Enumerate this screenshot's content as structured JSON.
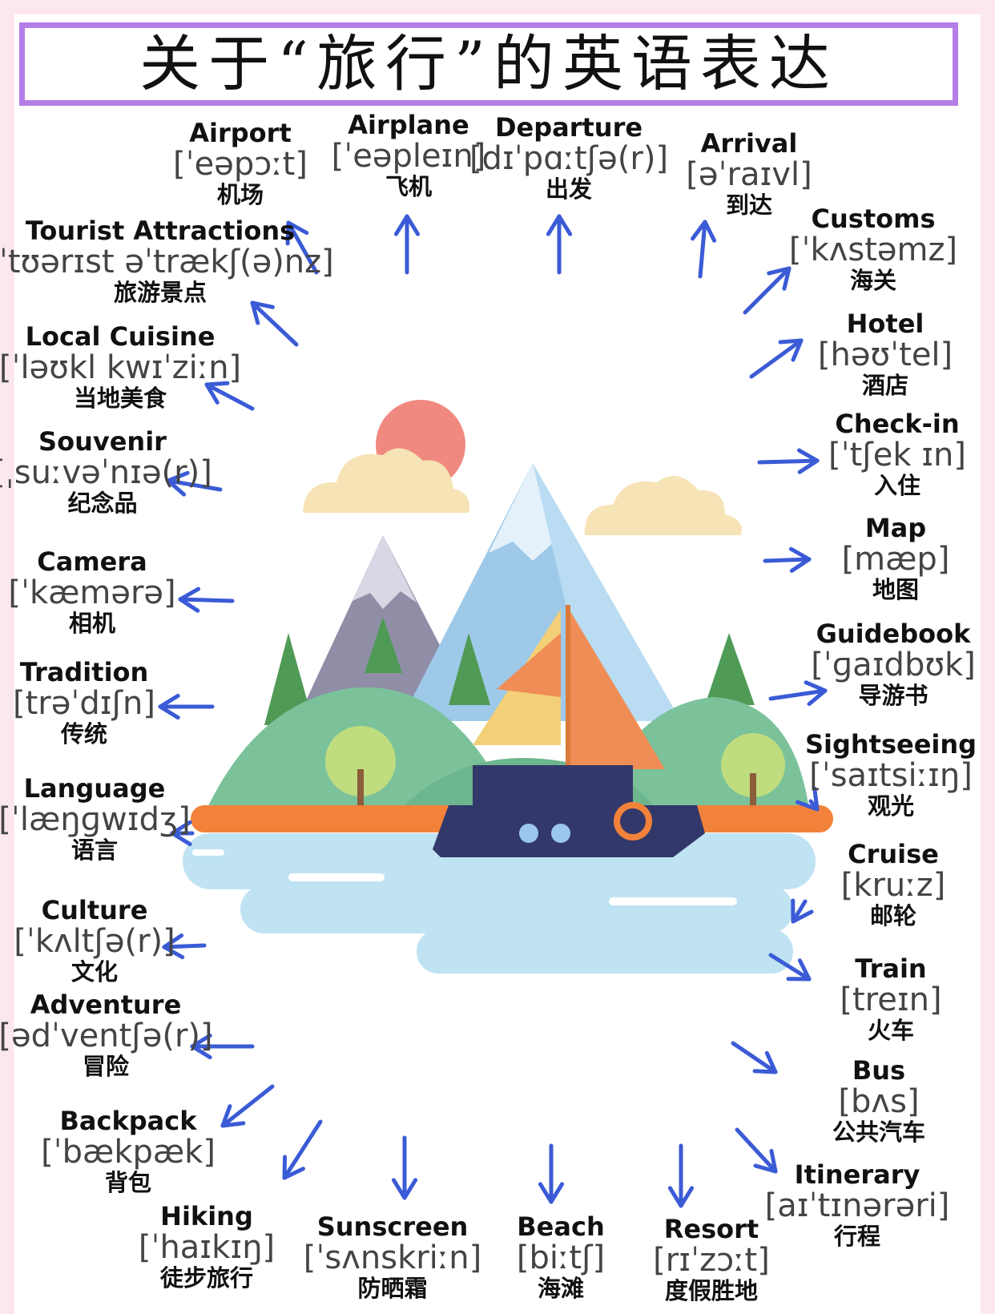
{
  "title": "关于“旅行”的英语表达",
  "colors": {
    "background": "#fce8ec",
    "title_border": "#b57ee6",
    "arrow": "#3b5bd6"
  },
  "illustration": {
    "icon": "mountain-lake-sailboat-scene-icon"
  },
  "words": [
    {
      "en": "Airport",
      "ipa": "[ˈeəpɔːt]",
      "zh": "机场"
    },
    {
      "en": "Airplane",
      "ipa": "[ˈeəpleɪn]",
      "zh": "飞机"
    },
    {
      "en": "Departure",
      "ipa": "[dɪˈpɑːtʃə(r)]",
      "zh": "出发"
    },
    {
      "en": "Arrival",
      "ipa": "[əˈraɪvl]",
      "zh": "到达"
    },
    {
      "en": "Customs",
      "ipa": "[ˈkʌstəmz]",
      "zh": "海关"
    },
    {
      "en": "Hotel",
      "ipa": "[həʊˈtel]",
      "zh": "酒店"
    },
    {
      "en": "Check-in",
      "ipa": "[ˈtʃek ɪn]",
      "zh": "入住"
    },
    {
      "en": "Map",
      "ipa": "[mæp]",
      "zh": "地图"
    },
    {
      "en": "Guidebook",
      "ipa": "[ˈɡaɪdbʊk]",
      "zh": "导游书"
    },
    {
      "en": "Sightseeing",
      "ipa": "[ˈsaɪtsiːɪŋ]",
      "zh": "观光"
    },
    {
      "en": "Cruise",
      "ipa": "[kruːz]",
      "zh": "邮轮"
    },
    {
      "en": "Train",
      "ipa": "[treɪn]",
      "zh": "火车"
    },
    {
      "en": "Bus",
      "ipa": "[bʌs]",
      "zh": "公共汽车"
    },
    {
      "en": "Itinerary",
      "ipa": "[aɪˈtɪnərəri]",
      "zh": "行程"
    },
    {
      "en": "Resort",
      "ipa": "[rɪˈzɔːt]",
      "zh": "度假胜地"
    },
    {
      "en": "Beach",
      "ipa": "[biːtʃ]",
      "zh": "海滩"
    },
    {
      "en": "Sunscreen",
      "ipa": "[ˈsʌnskriːn]",
      "zh": "防晒霜"
    },
    {
      "en": "Hiking",
      "ipa": "[ˈhaɪkɪŋ]",
      "zh": "徒步旅行"
    },
    {
      "en": "Backpack",
      "ipa": "[ˈbækpæk]",
      "zh": "背包"
    },
    {
      "en": "Adventure",
      "ipa": "[ədˈventʃə(r)]",
      "zh": "冒险"
    },
    {
      "en": "Culture",
      "ipa": "[ˈkʌltʃə(r)]",
      "zh": "文化"
    },
    {
      "en": "Language",
      "ipa": "[ˈlæŋɡwɪdʒ]",
      "zh": "语言"
    },
    {
      "en": "Tradition",
      "ipa": "[trəˈdɪʃn]",
      "zh": "传统"
    },
    {
      "en": "Camera",
      "ipa": "[ˈkæmərə]",
      "zh": "相机"
    },
    {
      "en": "Souvenir",
      "ipa": "[ˌsuːvəˈnɪə(r)]",
      "zh": "纪念品"
    },
    {
      "en": "Local Cuisine",
      "ipa": "[ˈləʊkl kwɪˈziːn]",
      "zh": "当地美食"
    },
    {
      "en": "Tourist Attractions",
      "ipa": "[ˈtʊərɪst əˈtrækʃ(ə)nz]",
      "zh": "旅游景点"
    }
  ]
}
